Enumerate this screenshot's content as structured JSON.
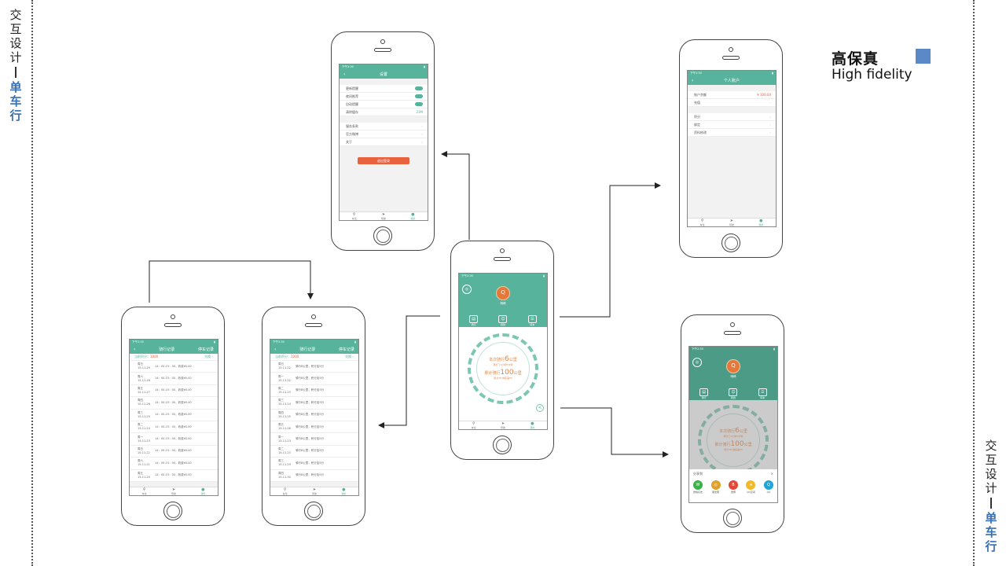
{
  "side_left": {
    "line1": "交互设计",
    "line2": "单车行"
  },
  "side_right": {
    "line1": "交互设计",
    "line2": "单车行"
  },
  "fidelity": {
    "cn": "高保真",
    "en": "High fidelity",
    "square_color": "#5b88c6"
  },
  "colors": {
    "primary": "#57b39c",
    "accent": "#e8623e",
    "orange_text": "#e8823e"
  },
  "tabs": [
    {
      "label": "车位",
      "icon": "location-pin-icon"
    },
    {
      "label": "导航",
      "icon": "navigation-arrow-icon"
    },
    {
      "label": "我的",
      "icon": "user-icon"
    }
  ],
  "settings": {
    "title": "设置",
    "status_time": "下午2:30",
    "toggles": [
      "更新提醒",
      "夜间推荐",
      "自动提醒"
    ],
    "cache_label": "清除缓存",
    "cache_value": "23M",
    "links": [
      "服务条款",
      "官方微博",
      "关于"
    ],
    "logout": "退出登录"
  },
  "account": {
    "title": "个人账户",
    "status_time": "下午2:30",
    "balance_label": "账户余额",
    "balance_value": "¥ 100.00",
    "recharge": "充值",
    "items": [
      "积分",
      "绑定",
      "资料修改"
    ]
  },
  "records_a": {
    "title": "骑行记录",
    "tab2": "停车记录",
    "status_time": "下午2:30",
    "points_label": "当前积分：",
    "points_value": "1000",
    "action": "兑换 ›",
    "rows": [
      {
        "day": "周日",
        "date": "15-11-29",
        "text": "14：00-15：00，收费¥0.00"
      },
      {
        "day": "周六",
        "date": "15-11-28",
        "text": "14：00-15：00，收费¥0.00"
      },
      {
        "day": "周五",
        "date": "15-11-27",
        "text": "14：00-15：00，收费¥0.00"
      },
      {
        "day": "周四",
        "date": "15-11-26",
        "text": "14：00-15：00，收费¥0.00"
      },
      {
        "day": "周三",
        "date": "15-11-25",
        "text": "14：00-15：00，收费¥0.00"
      },
      {
        "day": "周二",
        "date": "15-11-24",
        "text": "14：00-15：00，收费¥0.00"
      },
      {
        "day": "周一",
        "date": "15-11-23",
        "text": "14：00-15：00，收费¥0.00"
      },
      {
        "day": "周日",
        "date": "15-11-22",
        "text": "14：00-15：00，收费¥0.00"
      },
      {
        "day": "周六",
        "date": "15-11-21",
        "text": "14：00-15：00，收费¥0.00"
      },
      {
        "day": "周五",
        "date": "15-11-20",
        "text": "14：00-15：00，收费¥0.00"
      }
    ]
  },
  "records_b": {
    "title": "骑行记录",
    "tab2": "停车记录",
    "status_time": "下午2:30",
    "points_label": "当前积分：",
    "points_value": "1000",
    "action": "兑换 ›",
    "rows": [
      {
        "day": "周日",
        "date": "15-11-22",
        "text": "骑行8公里，积分加5分"
      },
      {
        "day": "周一",
        "date": "15-11-22",
        "text": "骑行8公里，积分加5分"
      },
      {
        "day": "周二",
        "date": "15-11-23",
        "text": "骑行8公里，积分加5分"
      },
      {
        "day": "周三",
        "date": "15-11-24",
        "text": "骑行8公里，积分加5分"
      },
      {
        "day": "周四",
        "date": "15-11-25",
        "text": "骑行8公里，积分加5分"
      },
      {
        "day": "周五",
        "date": "15-11-26",
        "text": "骑行8公里，积分加5分"
      },
      {
        "day": "周一",
        "date": "15-11-23",
        "text": "骑行8公里，积分加5分"
      },
      {
        "day": "周二",
        "date": "15-11-23",
        "text": "骑行8公里，积分加5分"
      },
      {
        "day": "周三",
        "date": "15-11-29",
        "text": "骑行8公里，积分加5分"
      },
      {
        "day": "周四",
        "date": "15-11-30",
        "text": "骑行8公里，积分加5分"
      }
    ]
  },
  "home": {
    "status_time": "下午2:30",
    "avatar_char": "Q",
    "name": "晴晴",
    "quick": [
      "骑行",
      "我的",
      "停车"
    ],
    "this_ride": "本次骑行",
    "this_value": "6",
    "unit": "公里",
    "this_sub": "骑行了3小时5分钟",
    "total_ride": "累计骑行",
    "total_value": "100",
    "total_sub": "积分78 排名第55"
  },
  "share": {
    "title": "分享到",
    "close": "×",
    "items": [
      {
        "label": "微信好友",
        "color": "#3bb14a",
        "glyph": "W"
      },
      {
        "label": "朋友圈",
        "color": "#e0a12a",
        "glyph": "◎"
      },
      {
        "label": "微博",
        "color": "#e2483a",
        "glyph": "B"
      },
      {
        "label": "QQ空间",
        "color": "#f2b92b",
        "glyph": "★"
      },
      {
        "label": "QQ",
        "color": "#1fa4d9",
        "glyph": "Q"
      }
    ]
  }
}
